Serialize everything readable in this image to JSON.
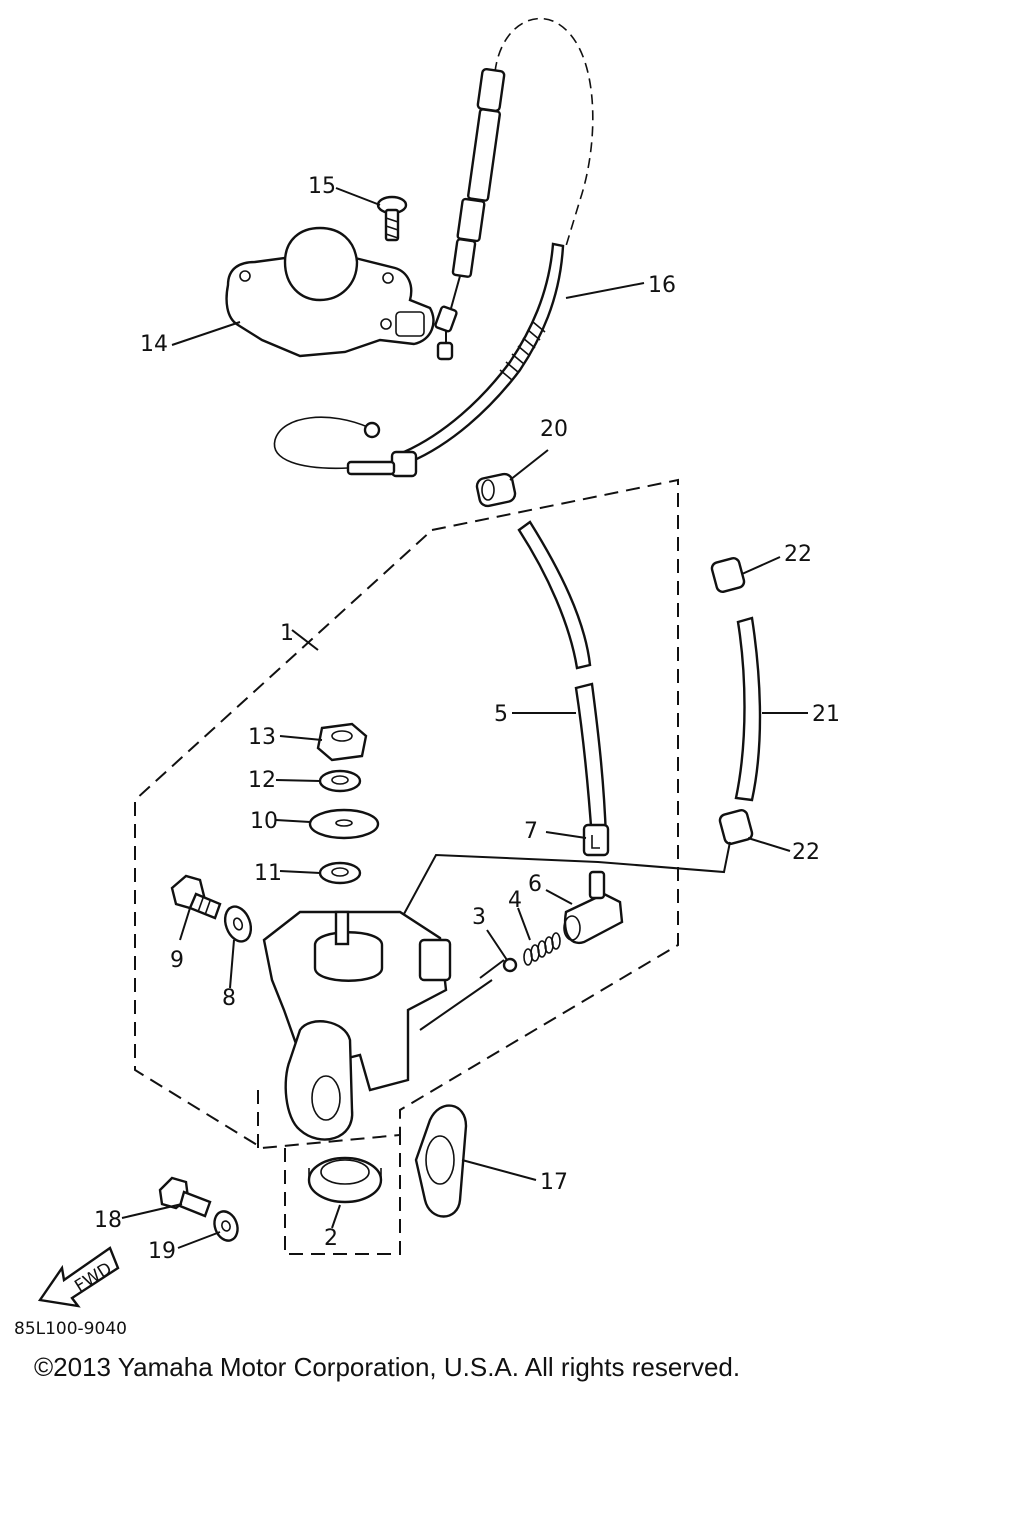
{
  "diagram": {
    "callouts": {
      "p1": "1",
      "p2": "2",
      "p3": "3",
      "p4": "4",
      "p5": "5",
      "p6": "6",
      "p7": "7",
      "p8": "8",
      "p9": "9",
      "p10": "10",
      "p11": "11",
      "p12": "12",
      "p13": "13",
      "p14": "14",
      "p15": "15",
      "p16": "16",
      "p17": "17",
      "p18": "18",
      "p19": "19",
      "p20": "20",
      "p21": "21",
      "p22a": "22",
      "p22b": "22"
    },
    "fwd_label": "FWD",
    "drawing_code": "85L100-9040",
    "copyright": "©2013 Yamaha Motor Corporation, U.S.A. All rights reserved."
  }
}
